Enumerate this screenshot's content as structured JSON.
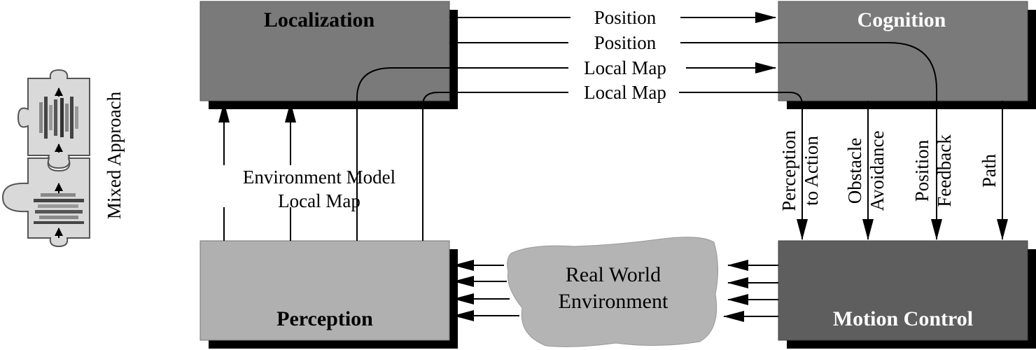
{
  "diagram": {
    "blocks": {
      "localization": "Localization",
      "cognition": "Cognition",
      "perception": "Perception",
      "motion_control": "Motion Control"
    },
    "environment": {
      "line1": "Real World",
      "line2": "Environment"
    },
    "edges": {
      "position_1": "Position",
      "position_2": "Position",
      "local_map_1": "Local Map",
      "local_map_2": "Local Map",
      "environment_model": "Environment Model",
      "local_map_center": "Local Map",
      "perception_to_action_1": "Perception",
      "perception_to_action_2": "to Action",
      "obstacle_avoidance_1": "Obstacle",
      "obstacle_avoidance_2": "Avoidance",
      "position_feedback_1": "Position",
      "position_feedback_2": "Feedback",
      "path": "Path"
    },
    "side_label": "Mixed Approach",
    "colors": {
      "localization_fill": "#7a7a7a",
      "cognition_fill": "#7a7a7a",
      "perception_fill": "#b0b0b0",
      "motion_fill": "#5e5e5e",
      "environment_fill": "#b4b4b4",
      "shadow": "#000000",
      "puzzle_fill": "#d9d9d9"
    }
  }
}
